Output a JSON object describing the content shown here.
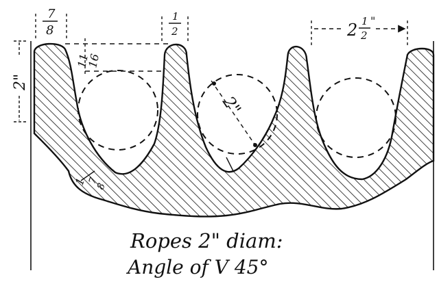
{
  "figure": {
    "caption_line_1": "Ropes 2\" diam:",
    "caption_line_2": "Angle of V 45°",
    "dimensions": {
      "left_flange_width_num": "7",
      "left_flange_width_den": "8",
      "right_flange_gap_num": "1",
      "right_flange_gap_den": "2",
      "groove_pitch_whole": "2",
      "groove_pitch_num": "1",
      "groove_pitch_den": "2",
      "groove_pitch_unit": "\"",
      "rim_depth": "2\"",
      "flange_offset_num": "11",
      "flange_offset_den": "16",
      "rope_diameter": "2\"",
      "base_thickness_whole": "1",
      "base_thickness_num": "7",
      "base_thickness_den": "8",
      "base_thickness_unit": "\""
    },
    "colors": {
      "ink": "#111111",
      "paper": "#ffffff"
    }
  }
}
